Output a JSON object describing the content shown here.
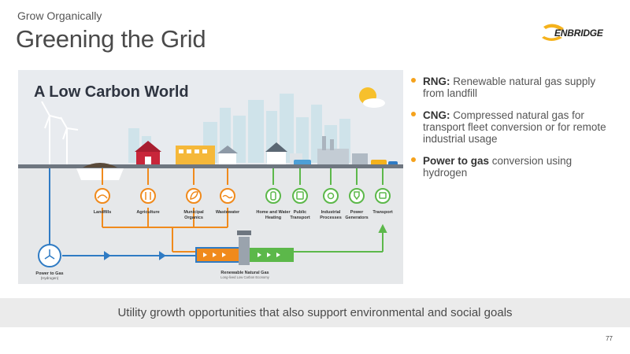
{
  "header": {
    "kicker": "Grow Organically",
    "title": "Greening the Grid",
    "logo_text": "ENBRIDGE"
  },
  "infographic": {
    "title": "A Low Carbon World",
    "sources": [
      "Landfills",
      "Agriculture",
      "Municipal",
      "Organics",
      "Wastewater"
    ],
    "uses": [
      "Home and Water",
      "Heating",
      "Public",
      "Transport",
      "Industrial",
      "Processes",
      "Power",
      "Generators",
      "Transport"
    ],
    "power_to_gas": [
      "Power to Gas",
      "(Hydrogen)"
    ],
    "rng_label": "Renewable Natural Gas",
    "rng_sub": "Long-lived Low Carbon Economy"
  },
  "bullets": [
    {
      "bold": "RNG:",
      "text": " Renewable natural gas supply from landfill"
    },
    {
      "bold": "CNG:",
      "text": " Compressed natural gas for transport fleet conversion or for remote industrial usage"
    },
    {
      "bold": "Power to gas",
      "text": " conversion using hydrogen"
    }
  ],
  "footer": {
    "banner": "Utility growth opportunities that also support environmental and social goals",
    "page_number": "77"
  },
  "colors": {
    "orange": "#f08a1c",
    "green": "#5cb84a",
    "blue": "#2f7bc4",
    "bullet": "#f5a21c",
    "panel": "#e8ebef"
  }
}
